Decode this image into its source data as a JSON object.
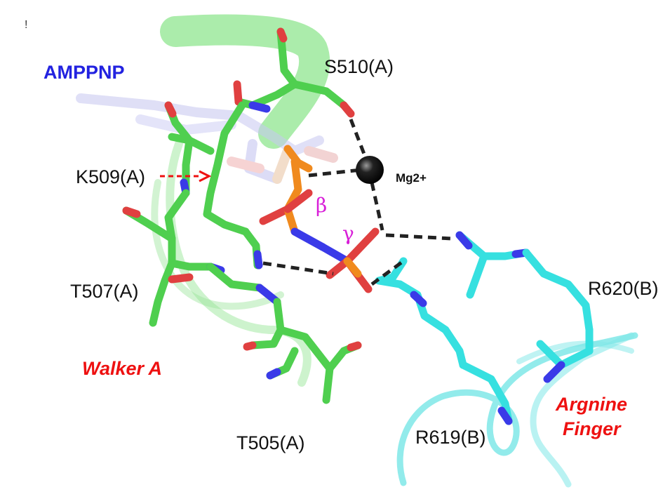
{
  "figure": {
    "corner_mark": "!",
    "labels": {
      "ligand": "AMPPNP",
      "s510": "S510(A)",
      "k509": "K509(A)",
      "t507": "T507(A)",
      "t505": "T505(A)",
      "r620": "R620(B)",
      "r619": "R619(B)",
      "mg": "Mg2+",
      "beta": "β",
      "gamma": "γ",
      "walker": "Walker A",
      "finger_line1": "Argnine",
      "finger_line2": "Finger"
    },
    "colors": {
      "chain_a_carbon": "#4fcf4f",
      "chain_b_carbon": "#36e0e0",
      "nitrogen": "#3a3ae8",
      "oxygen": "#e04040",
      "phosphorus": "#f08a1e",
      "magnesium": "#000000",
      "ligand_label": "#2222e0",
      "region_label": "#ee1111",
      "greek_label": "#d81ed8"
    }
  }
}
